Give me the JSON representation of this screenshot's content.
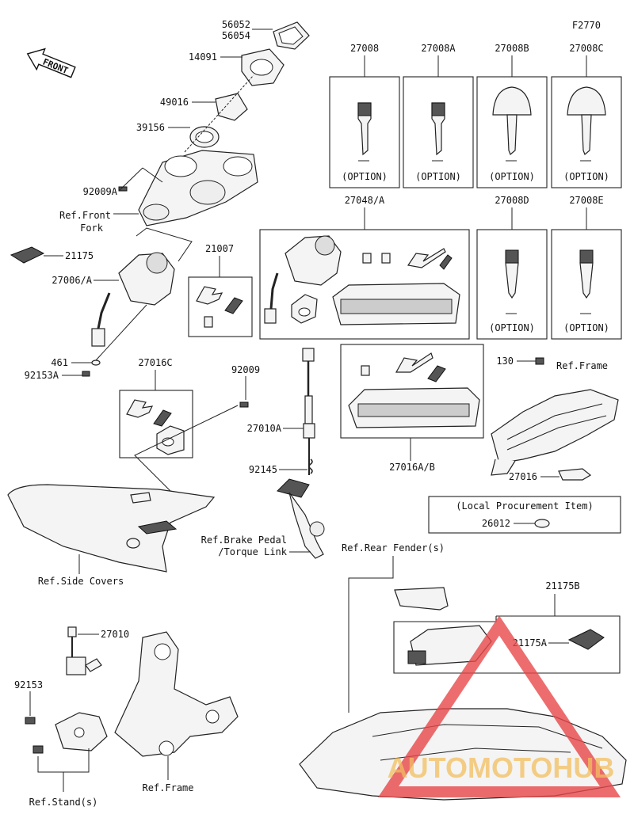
{
  "diagram": {
    "code": "F2770",
    "front_arrow": "FRONT",
    "option_label": "(OPTION)",
    "watermark": "AUTOMOTOHUB",
    "labels": {
      "p56052": "56052",
      "p56054": "56054",
      "p14091": "14091",
      "p49016": "49016",
      "p39156": "39156",
      "p92009a": "92009A",
      "ref_front_fork_1": "Ref.Front",
      "ref_front_fork_2": "Fork",
      "p21175": "21175",
      "p27006a": "27006/A",
      "p461": "461",
      "p92153a": "92153A",
      "p27008": "27008",
      "p27008a": "27008A",
      "p27008b": "27008B",
      "p27008c": "27008C",
      "p27048a": "27048/A",
      "p27008d": "27008D",
      "p27008e": "27008E",
      "p21007": "21007",
      "p27016c": "27016C",
      "p92009": "92009",
      "p27010a": "27010A",
      "p92145": "92145",
      "p27016ab": "27016A/B",
      "p130": "130",
      "ref_frame_top": "Ref.Frame",
      "p27016": "27016",
      "local_procurement": "(Local Procurement Item)",
      "p26012": "26012",
      "ref_brake_1": "Ref.Brake Pedal",
      "ref_brake_2": "/Torque Link",
      "ref_side_covers": "Ref.Side Covers",
      "ref_rear_fender": "Ref.Rear Fender(s)",
      "p21175b": "21175B",
      "p21175a": "21175A",
      "p27010": "27010",
      "p92153": "92153",
      "ref_stand": "Ref.Stand(s)",
      "ref_frame_bottom": "Ref.Frame"
    }
  }
}
